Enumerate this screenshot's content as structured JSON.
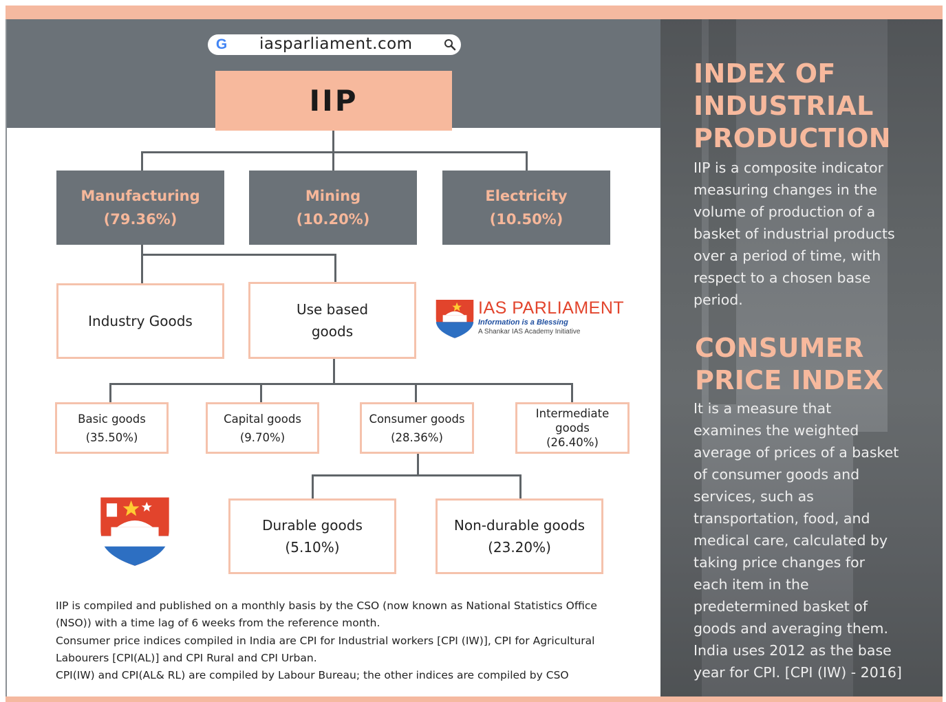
{
  "search_bar": {
    "domain": "iasparliament.com"
  },
  "root": {
    "label": "IIP"
  },
  "sectors": [
    {
      "name": "Manufacturing",
      "weight": "(79.36%)"
    },
    {
      "name": "Mining",
      "weight": "(10.20%)"
    },
    {
      "name": "Electricity",
      "weight": "(10.50%)"
    }
  ],
  "subclass": {
    "industry": {
      "line1": "Industry Goods"
    },
    "use_based": {
      "line1": "Use based",
      "line2": "goods"
    }
  },
  "use_based_goods": [
    {
      "line1": "Basic goods",
      "line2": "(35.50%)"
    },
    {
      "line1": "Capital goods",
      "line2": "(9.70%)"
    },
    {
      "line1": "Consumer goods",
      "line2": "(28.36%)"
    },
    {
      "line1": "Intermediate",
      "line2": "goods",
      "line3": "(26.40%)"
    }
  ],
  "consumer_split": [
    {
      "line1": "Durable goods",
      "line2": "(5.10%)"
    },
    {
      "line1": "Non-durable goods",
      "line2": "(23.20%)"
    }
  ],
  "brand": {
    "name": "IAS PARLIAMENT",
    "tagline": "Information is a Blessing",
    "subtitle": "A Shankar IAS Academy Initiative"
  },
  "notes": [
    "IIP is compiled and published on a monthly basis by the CSO (now known as National Statistics Office (NSO)) with a time lag of 6 weeks from the reference month.",
    "Consumer price indices compiled in India are CPI for Industrial workers [CPI (IW)], CPI for Agricultural Labourers [CPI(AL)] and CPI Rural and CPI Urban.",
    "CPI(IW) and CPI(AL& RL) are compiled by Labour Bureau; the other indices are compiled by CSO"
  ],
  "sidebar": {
    "iip_heading": [
      "INDEX OF",
      "INDUSTRIAL",
      "PRODUCTION"
    ],
    "iip_text": [
      "IIP is a composite indicator",
      "measuring changes in the",
      "volume of production of a",
      "basket of industrial products",
      "over a period of time, with",
      "respect to a chosen base",
      "period."
    ],
    "cpi_heading": [
      "CONSUMER",
      "PRICE INDEX"
    ],
    "cpi_text": [
      "It is a measure that",
      "examines the weighted",
      "average of prices of a basket",
      "of consumer goods and",
      "services, such as",
      "transportation, food, and",
      "medical care, calculated by",
      "taking price changes for",
      "each item in the",
      "predetermined basket of",
      "goods and averaging them.",
      "India uses 2012 as the base",
      "year for CPI. [CPI (IW) - 2016]"
    ]
  },
  "colors": {
    "accent_peach": "#f7b99d",
    "slate": "#6b7278",
    "box_border": "#f5c2ac",
    "brand_red": "#e2442c",
    "brand_blue": "#1f4fa0"
  }
}
